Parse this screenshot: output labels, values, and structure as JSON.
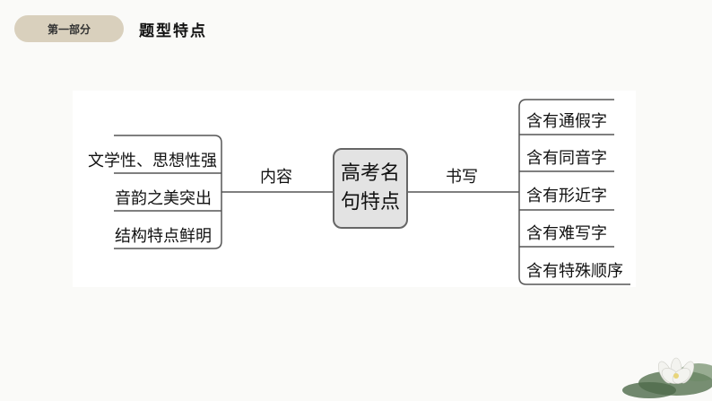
{
  "header": {
    "section_tag": "第一部分",
    "title": "题型特点"
  },
  "mindmap": {
    "center": {
      "line1": "高考名",
      "line2": "句特点"
    },
    "left_branch": {
      "label": "内容",
      "items": [
        "文学性、思想性强",
        "音韵之美突出",
        "结构特点鲜明"
      ]
    },
    "right_branch": {
      "label": "书写",
      "items": [
        "含有通假字",
        "含有同音字",
        "含有形近字",
        "含有难写字",
        "含有特殊顺序"
      ]
    }
  },
  "colors": {
    "tag_bg": "#d9d0bd",
    "center_bg": "#e3e3e3",
    "line": "#555555"
  }
}
